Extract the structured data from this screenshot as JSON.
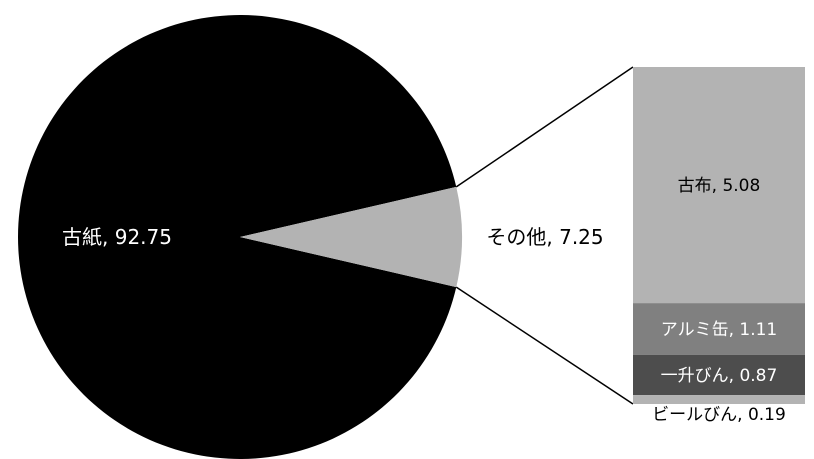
{
  "chart_data": {
    "type": "pie",
    "title": "",
    "slices": [
      {
        "name": "古紙",
        "value": 92.75,
        "label": "古紙, 92.75",
        "color": "#000000",
        "label_color": "#ffffff"
      },
      {
        "name": "その他",
        "value": 7.25,
        "label": "その他, 7.25",
        "color": "#b3b3b3",
        "label_color": "#000000"
      }
    ],
    "breakdown": {
      "type": "stacked-bar",
      "of": "その他",
      "segments": [
        {
          "name": "古布",
          "value": 5.08,
          "label": "古布, 5.08",
          "color": "#b3b3b3",
          "label_color": "#000000"
        },
        {
          "name": "アルミ缶",
          "value": 1.11,
          "label": "アルミ缶, 1.11",
          "color": "#808080",
          "label_color": "#ffffff"
        },
        {
          "name": "一升びん",
          "value": 0.87,
          "label": "一升びん, 0.87",
          "color": "#4d4d4d",
          "label_color": "#ffffff"
        },
        {
          "name": "ビールびん",
          "value": 0.19,
          "label": "ビールびん, 0.19",
          "color": "#b3b3b3",
          "label_color": "#000000"
        }
      ]
    },
    "legend": "none"
  }
}
